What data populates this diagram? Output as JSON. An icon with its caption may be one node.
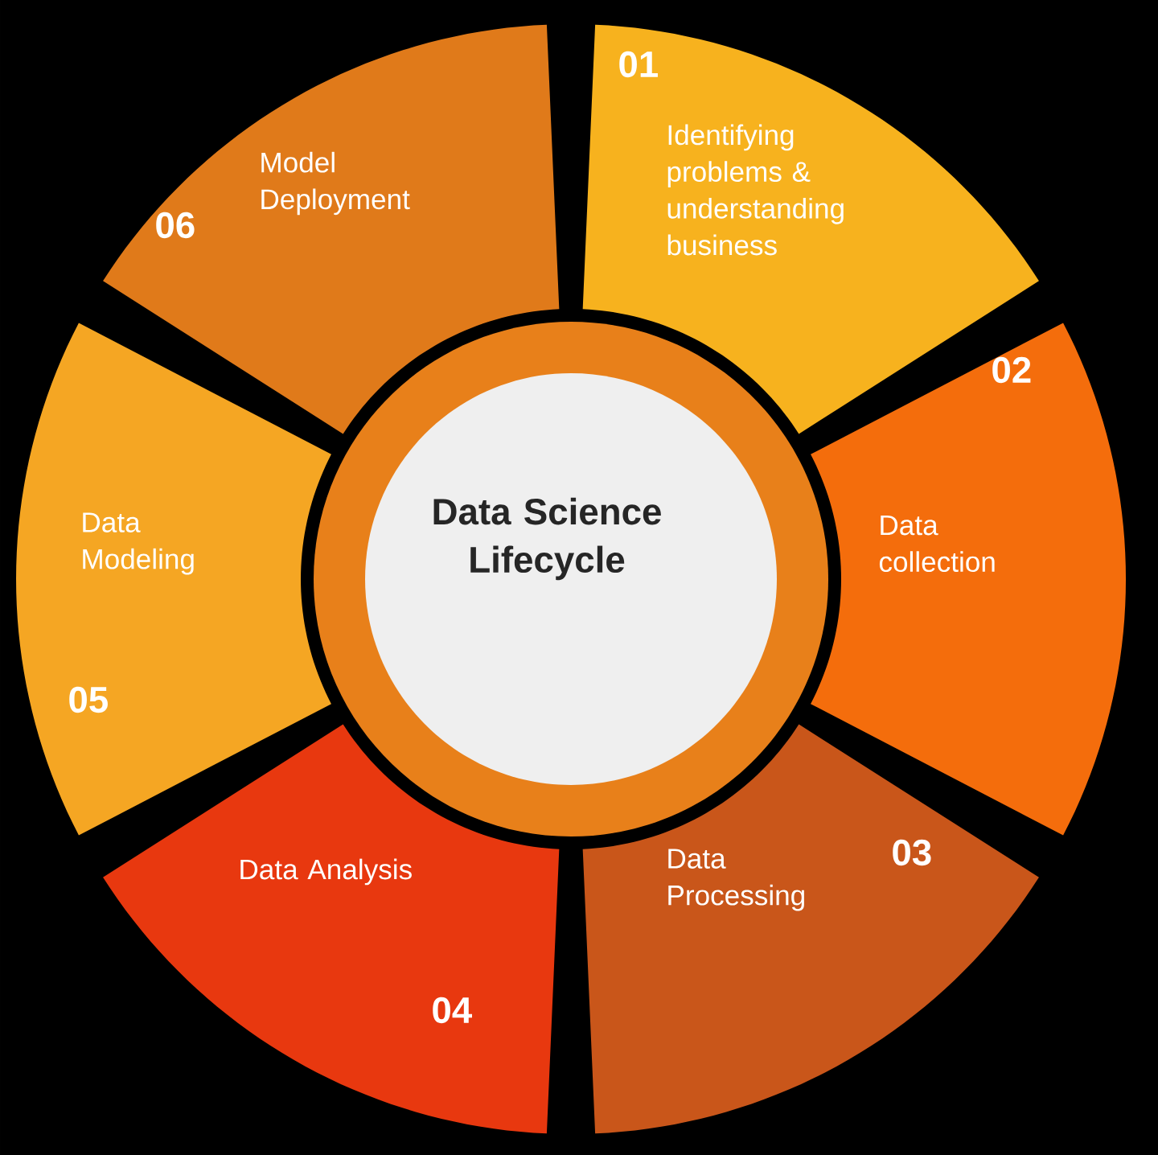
{
  "diagram": {
    "nodes": [
      {
        "text": [
          "Data Science Lifecycle"
        ]
      },
      {
        "text": [
          "01",
          "Identifying problems & understanding business"
        ]
      },
      {
        "text": [
          "02",
          "Data collection"
        ]
      },
      {
        "text": [
          "Data Processing",
          "03"
        ]
      },
      {
        "text": [
          "Data Analysis",
          "04"
        ]
      },
      {
        "text": [
          "Data Modeling",
          "05"
        ]
      },
      {
        "text": [
          "Model Deployment",
          "06"
        ]
      }
    ]
  }
}
